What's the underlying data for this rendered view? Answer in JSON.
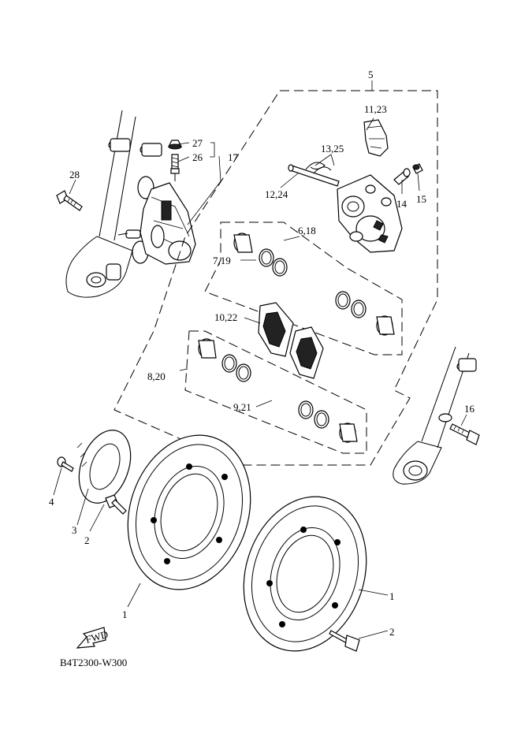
{
  "figure_code": "B4T2300-W300",
  "fwd_label": "FWD",
  "callouts": {
    "c1a": "1",
    "c1b": "1",
    "c2a": "2",
    "c2b": "2",
    "c3": "3",
    "c4": "4",
    "c5": "5",
    "c6_18": "6,18",
    "c7_19": "7,19",
    "c8_20": "8,20",
    "c9_21": "9,21",
    "c10_22": "10,22",
    "c11_23": "11,23",
    "c12_24": "12,24",
    "c13_25": "13,25",
    "c14": "14",
    "c15": "15",
    "c16": "16",
    "c17": "17",
    "c26": "26",
    "c27": "27",
    "c28": "28"
  }
}
